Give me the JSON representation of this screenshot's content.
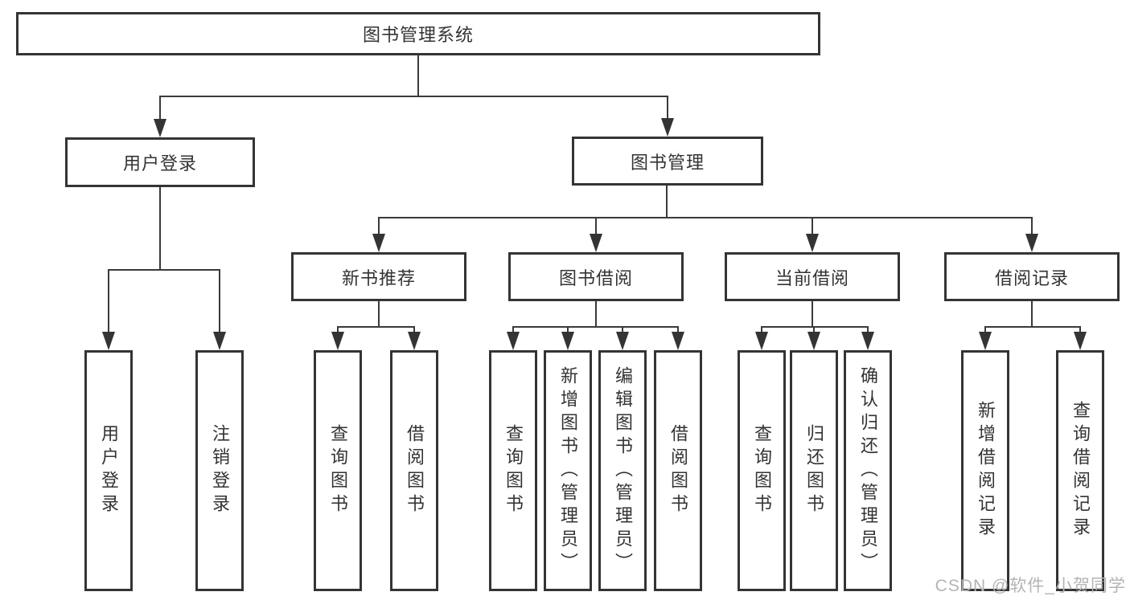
{
  "root": {
    "label": "图书管理系统"
  },
  "level2": {
    "user_login": {
      "label": "用户登录"
    },
    "book_mgmt": {
      "label": "图书管理"
    }
  },
  "level3": {
    "new_book_rec": {
      "label": "新书推荐"
    },
    "book_borrow": {
      "label": "图书借阅"
    },
    "current_borrow": {
      "label": "当前借阅"
    },
    "borrow_record": {
      "label": "借阅记录"
    }
  },
  "leaves": {
    "login": [
      {
        "label": "用户登录"
      },
      {
        "label": "注销登录"
      }
    ],
    "new_book_rec": [
      {
        "label": "查询图书"
      },
      {
        "label": "借阅图书"
      }
    ],
    "book_borrow": [
      {
        "label": "查询图书"
      },
      {
        "label": "新增图书（管理员）"
      },
      {
        "label": "编辑图书（管理员）"
      },
      {
        "label": "借阅图书"
      }
    ],
    "current_borrow": [
      {
        "label": "查询图书"
      },
      {
        "label": "归还图书"
      },
      {
        "label": "确认归还（管理员）"
      }
    ],
    "borrow_record": [
      {
        "label": "新增借阅记录"
      },
      {
        "label": "查询借阅记录"
      }
    ]
  },
  "watermark": {
    "text": "CSDN @软件_小贺同学"
  },
  "colors": {
    "line": "#3a3a3a",
    "border": "#343434",
    "text": "#333333",
    "watermark": "#b4b4b4",
    "background": "#ffffff"
  }
}
